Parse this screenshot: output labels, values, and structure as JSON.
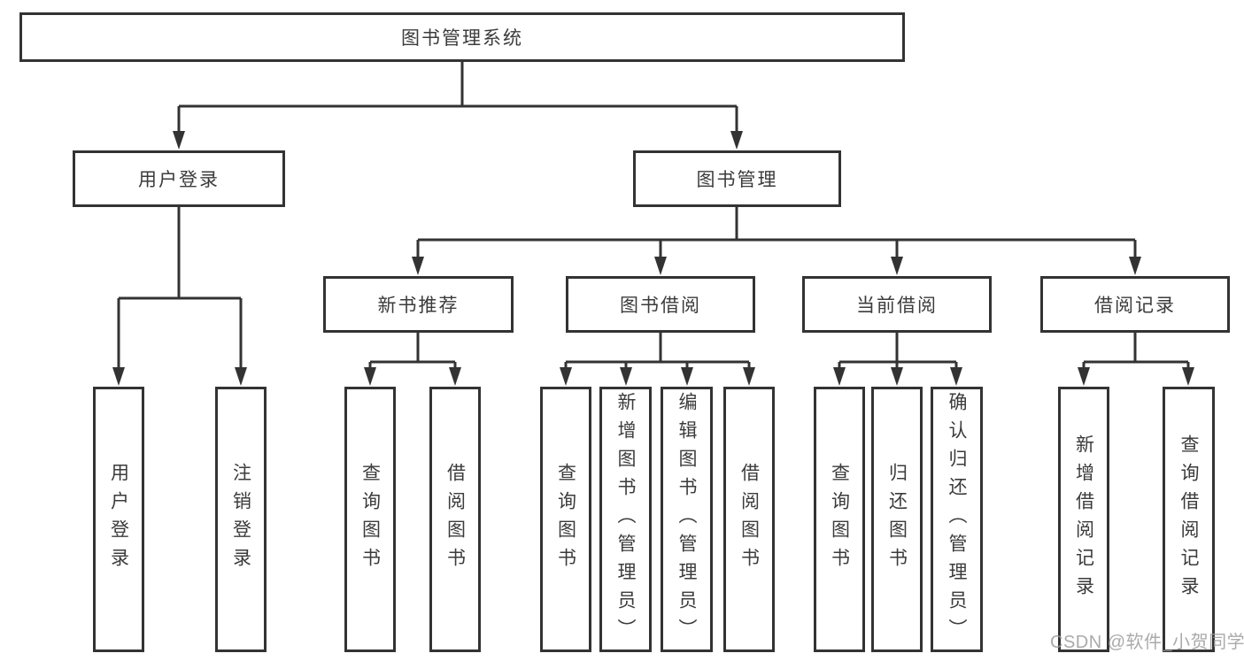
{
  "root": {
    "label": "图书管理系统"
  },
  "level1": {
    "user_login": {
      "label": "用户登录",
      "children": {
        "login": {
          "label": "用户登录"
        },
        "logout": {
          "label": "注销登录"
        }
      }
    },
    "book_mgmt": {
      "label": "图书管理",
      "children": {
        "new_book_rec": {
          "label": "新书推荐",
          "children": {
            "query_book": {
              "label": "查询图书"
            },
            "borrow_book": {
              "label": "借阅图书"
            }
          }
        },
        "book_borrow": {
          "label": "图书借阅",
          "children": {
            "query_book": {
              "label": "查询图书"
            },
            "add_book": {
              "label": "新增图书（管理员）"
            },
            "edit_book": {
              "label": "编辑图书（管理员）"
            },
            "borrow_book": {
              "label": "借阅图书"
            }
          }
        },
        "current_borrow": {
          "label": "当前借阅",
          "children": {
            "query_book": {
              "label": "查询图书"
            },
            "return_book": {
              "label": "归还图书"
            },
            "confirm_return": {
              "label": "确认归还（管理员）"
            }
          }
        },
        "borrow_record": {
          "label": "借阅记录",
          "children": {
            "add_record": {
              "label": "新增借阅记录"
            },
            "query_record": {
              "label": "查询借阅记录"
            }
          }
        }
      }
    }
  },
  "watermark": "CSDN @软件_小贺同学",
  "colors": {
    "line": "#333333",
    "box_border": "#333333",
    "text": "#3b3b3b",
    "watermark": "#9c9c9c",
    "background": "#ffffff"
  }
}
